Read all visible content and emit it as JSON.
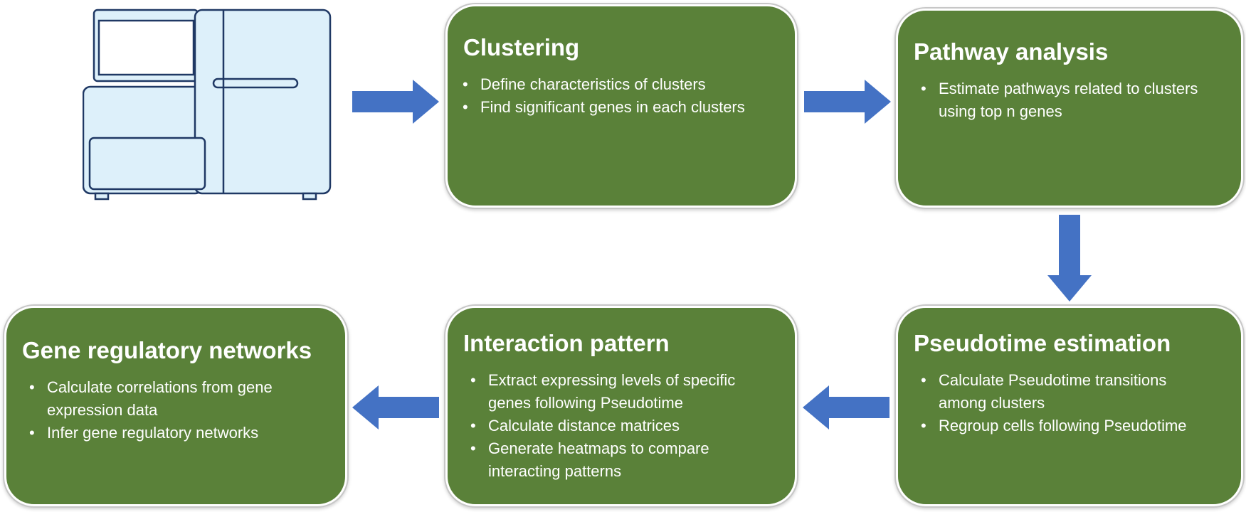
{
  "colors": {
    "box_fill": "#5a8139",
    "arrow_fill": "#4472c4",
    "machine_fill": "#ddf0fa",
    "machine_stroke": "#1f3864"
  },
  "icons": {
    "machine": "sequencer-instrument-icon"
  },
  "boxes": {
    "clustering": {
      "title": "Clustering",
      "items": [
        "Define characteristics of clusters",
        "Find significant genes in each clusters"
      ]
    },
    "pathway": {
      "title": "Pathway analysis",
      "items": [
        "Estimate pathways related to clusters",
        "using top n genes"
      ]
    },
    "pseudotime": {
      "title": "Pseudotime estimation",
      "items": [
        "Calculate Pseudotime transitions",
        "among clusters",
        "Regroup cells following Pseudotime"
      ]
    },
    "interaction": {
      "title": "Interaction pattern",
      "items": [
        "Extract expressing levels of specific",
        "genes following Pseudotime",
        "Calculate distance matrices",
        "Generate heatmaps to compare",
        "interacting patterns"
      ]
    },
    "grn": {
      "title": "Gene regulatory networks",
      "items": [
        "Calculate correlations from gene",
        "expression data",
        "Infer gene regulatory networks"
      ]
    }
  }
}
